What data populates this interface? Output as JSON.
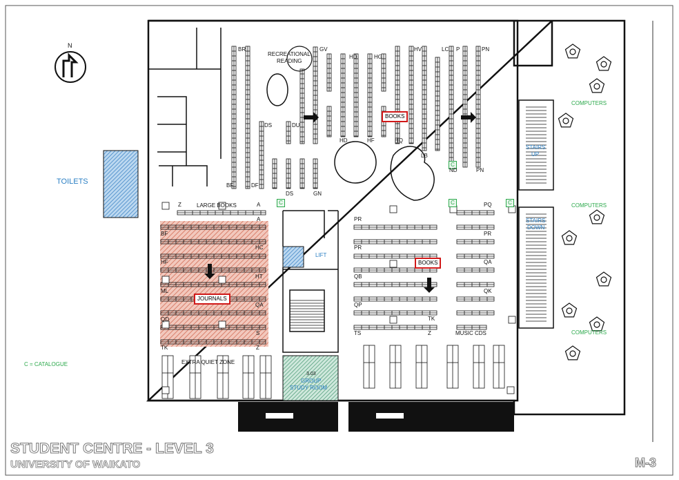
{
  "title": "STUDENT CENTRE - LEVEL 3",
  "subtitle": "UNIVERSITY OF WAIKATO",
  "map_code": "M-3",
  "north": "N",
  "legend": {
    "catalogue": "C = CATALOGUE",
    "catalogue_symbol": "C"
  },
  "areas": {
    "toilets": "TOILETS",
    "recreational": "RECREATIONAL",
    "reading": "READING",
    "large_books": "LARGE BOOKS",
    "journals": "JOURNALS",
    "books_top": "BOOKS",
    "books_bottom": "BOOKS",
    "quiet": "EXTRA QUIET ZONE",
    "lift": "LIFT",
    "room_no": "3.03",
    "group": "GROUP",
    "study": "STUDY  ROOM",
    "stairs1": "STAIRS",
    "up": "UP",
    "stairs2": "STAIRS",
    "down": "DOWN",
    "comp1": "COMPUTERS",
    "comp2": "COMPUTERS",
    "comp3": "COMPUTERS",
    "music": "MUSIC CDS"
  },
  "shelf_labels": {
    "top": [
      "BR",
      "GV",
      "HD",
      "HG",
      "HV",
      "LC",
      "P",
      "PN",
      "DS",
      "DU",
      "HD",
      "HF",
      "HQ",
      "LB",
      "ND",
      "PN",
      "BF",
      "DF",
      "DS",
      "GN"
    ],
    "left": [
      "Z",
      "A",
      "A",
      "BF",
      "HC",
      "HF",
      "HT",
      "ML",
      "QA",
      "QD",
      "S",
      "TK",
      "Z"
    ],
    "right": [
      "PR",
      "PR",
      "QB",
      "QP",
      "TS",
      "TK",
      "Z",
      "PQ",
      "PR",
      "QA",
      "QK"
    ]
  },
  "colors": {
    "journals": "#e9a090",
    "lift": "#6fa8d8",
    "toilets": "#5b9bd5",
    "study": "#5fae8a",
    "highlight": "#d01818",
    "catalogue": "#2aa84a"
  }
}
